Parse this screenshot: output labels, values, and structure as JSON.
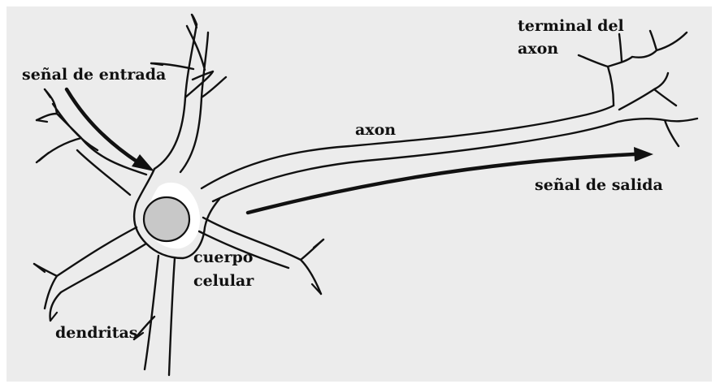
{
  "labels": {
    "input_signal": "señal de entrada",
    "axon": "axon",
    "axon_terminal_line1": "terminal del",
    "axon_terminal_line2": "axon",
    "output_signal": "señal de salida",
    "cell_body_line1": "cuerpo",
    "cell_body_line2": "celular",
    "dendrites": "dendritas"
  },
  "colors": {
    "background": "#ececec",
    "outline": "#111111",
    "cell_fill": "#ffffff",
    "nucleus": "#c8c8c8",
    "arrow": "#111111"
  }
}
